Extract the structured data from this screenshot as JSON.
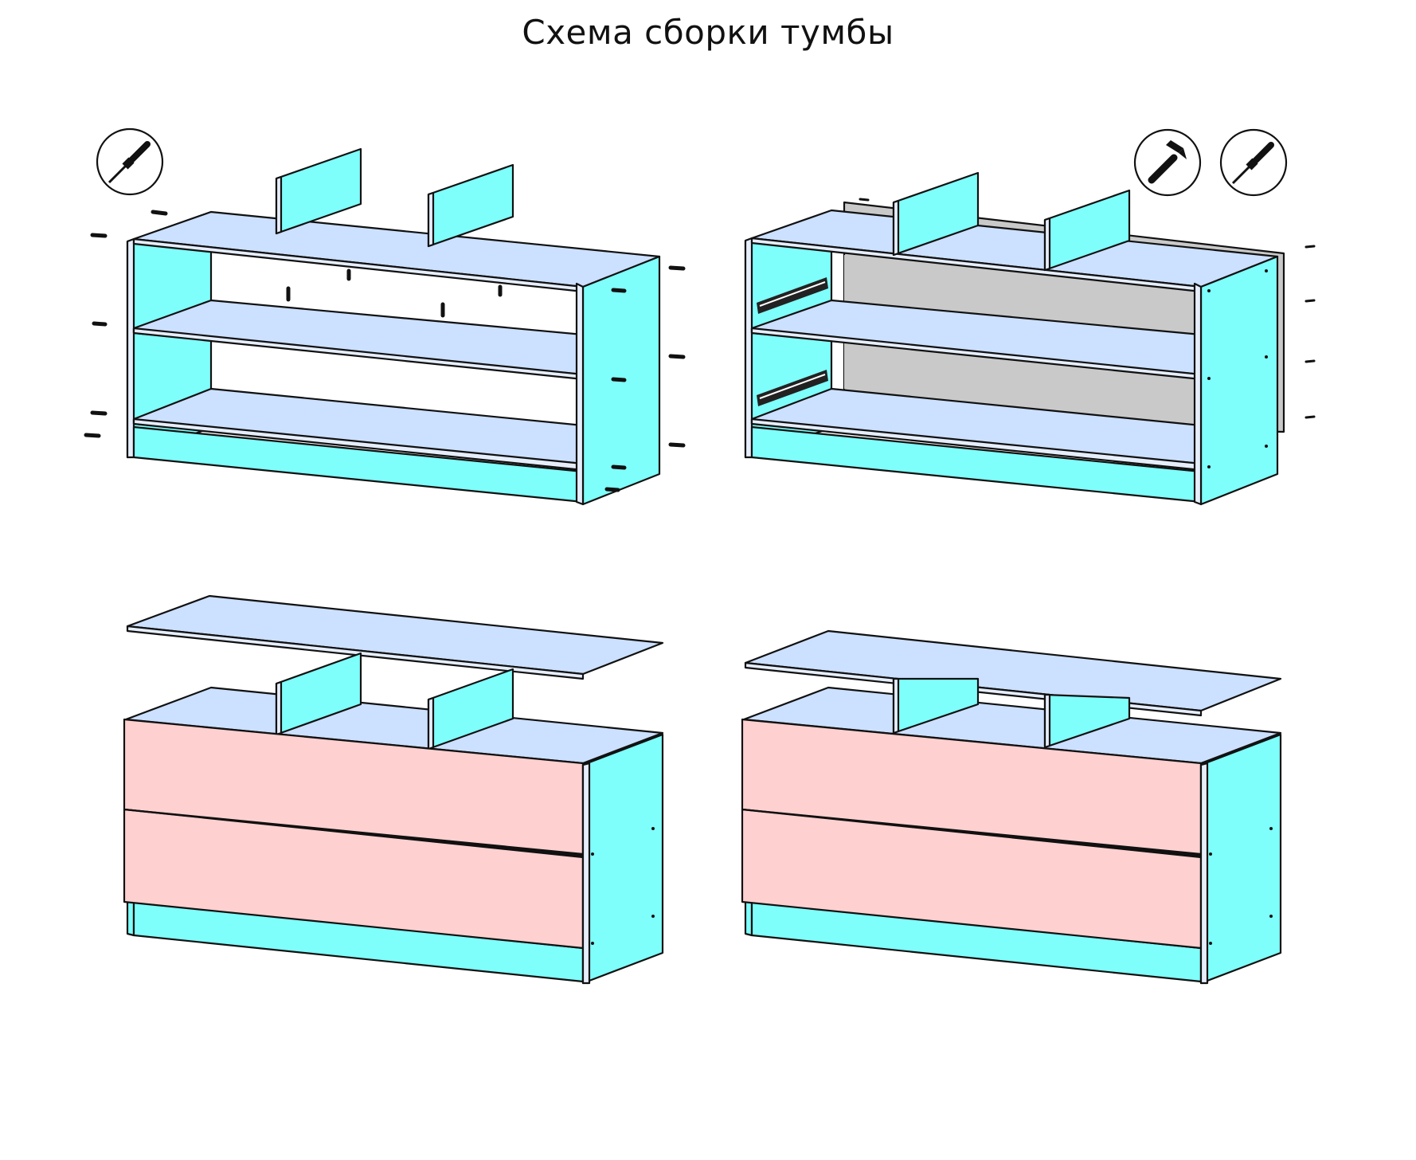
{
  "title": "Схема сборки тумбы",
  "tools": {
    "step1": [
      "screwdriver"
    ],
    "step2": [
      "hammer",
      "screwdriver"
    ]
  },
  "colors": {
    "side_panel": "#7ffffb",
    "shelf": "#cce0ff",
    "back_panel": "#c9c9c9",
    "drawer_front": "#ffd0d0",
    "outline": "#111111"
  }
}
